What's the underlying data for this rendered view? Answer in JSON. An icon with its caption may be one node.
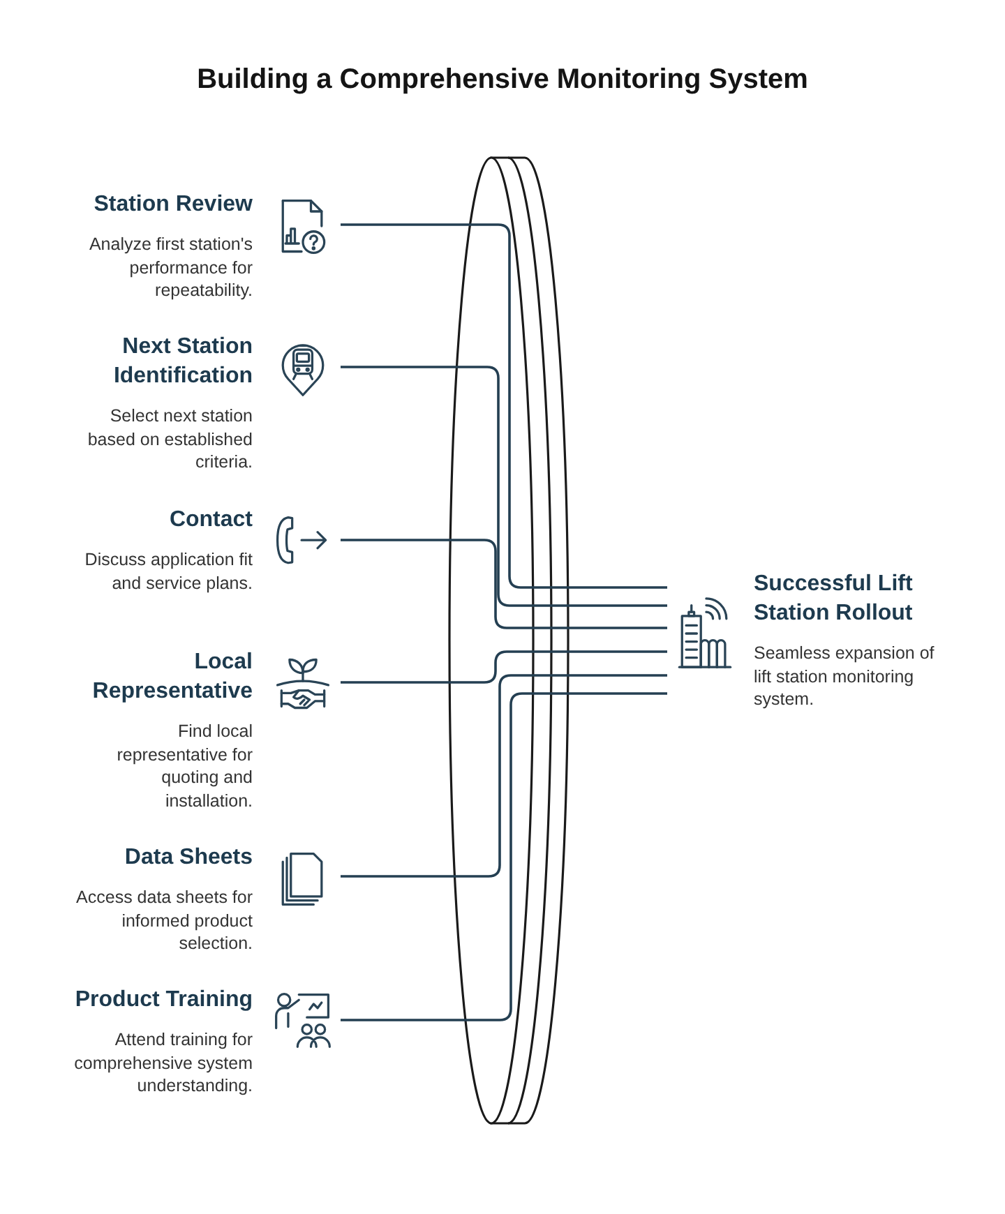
{
  "diagram": {
    "title": "Building a Comprehensive Monitoring System",
    "nodes": [
      {
        "text": [
          "Station Review",
          "Analyze first station's performance for repeatability."
        ]
      },
      {
        "text": [
          "Next Station Identification",
          "Select next station based on established criteria."
        ]
      },
      {
        "text": [
          "Contact",
          "Discuss application fit and service plans."
        ]
      },
      {
        "text": [
          "Local Representative",
          "Find local representative for quoting and installation."
        ]
      },
      {
        "text": [
          "Data Sheets",
          "Access data sheets for informed product selection."
        ]
      },
      {
        "text": [
          "Product Training",
          "Attend training for comprehensive system understanding."
        ]
      },
      {
        "text": [
          "Successful Lift Station Rollout",
          "Seamless expansion of lift station monitoring system."
        ]
      }
    ],
    "edges": [
      {
        "from": 0,
        "to": 6,
        "arrow": "none"
      },
      {
        "from": 1,
        "to": 6,
        "arrow": "none"
      },
      {
        "from": 2,
        "to": 6,
        "arrow": "none"
      },
      {
        "from": 3,
        "to": 6,
        "arrow": "none"
      },
      {
        "from": 4,
        "to": 6,
        "arrow": "none"
      },
      {
        "from": 5,
        "to": 6,
        "arrow": "none"
      }
    ]
  }
}
